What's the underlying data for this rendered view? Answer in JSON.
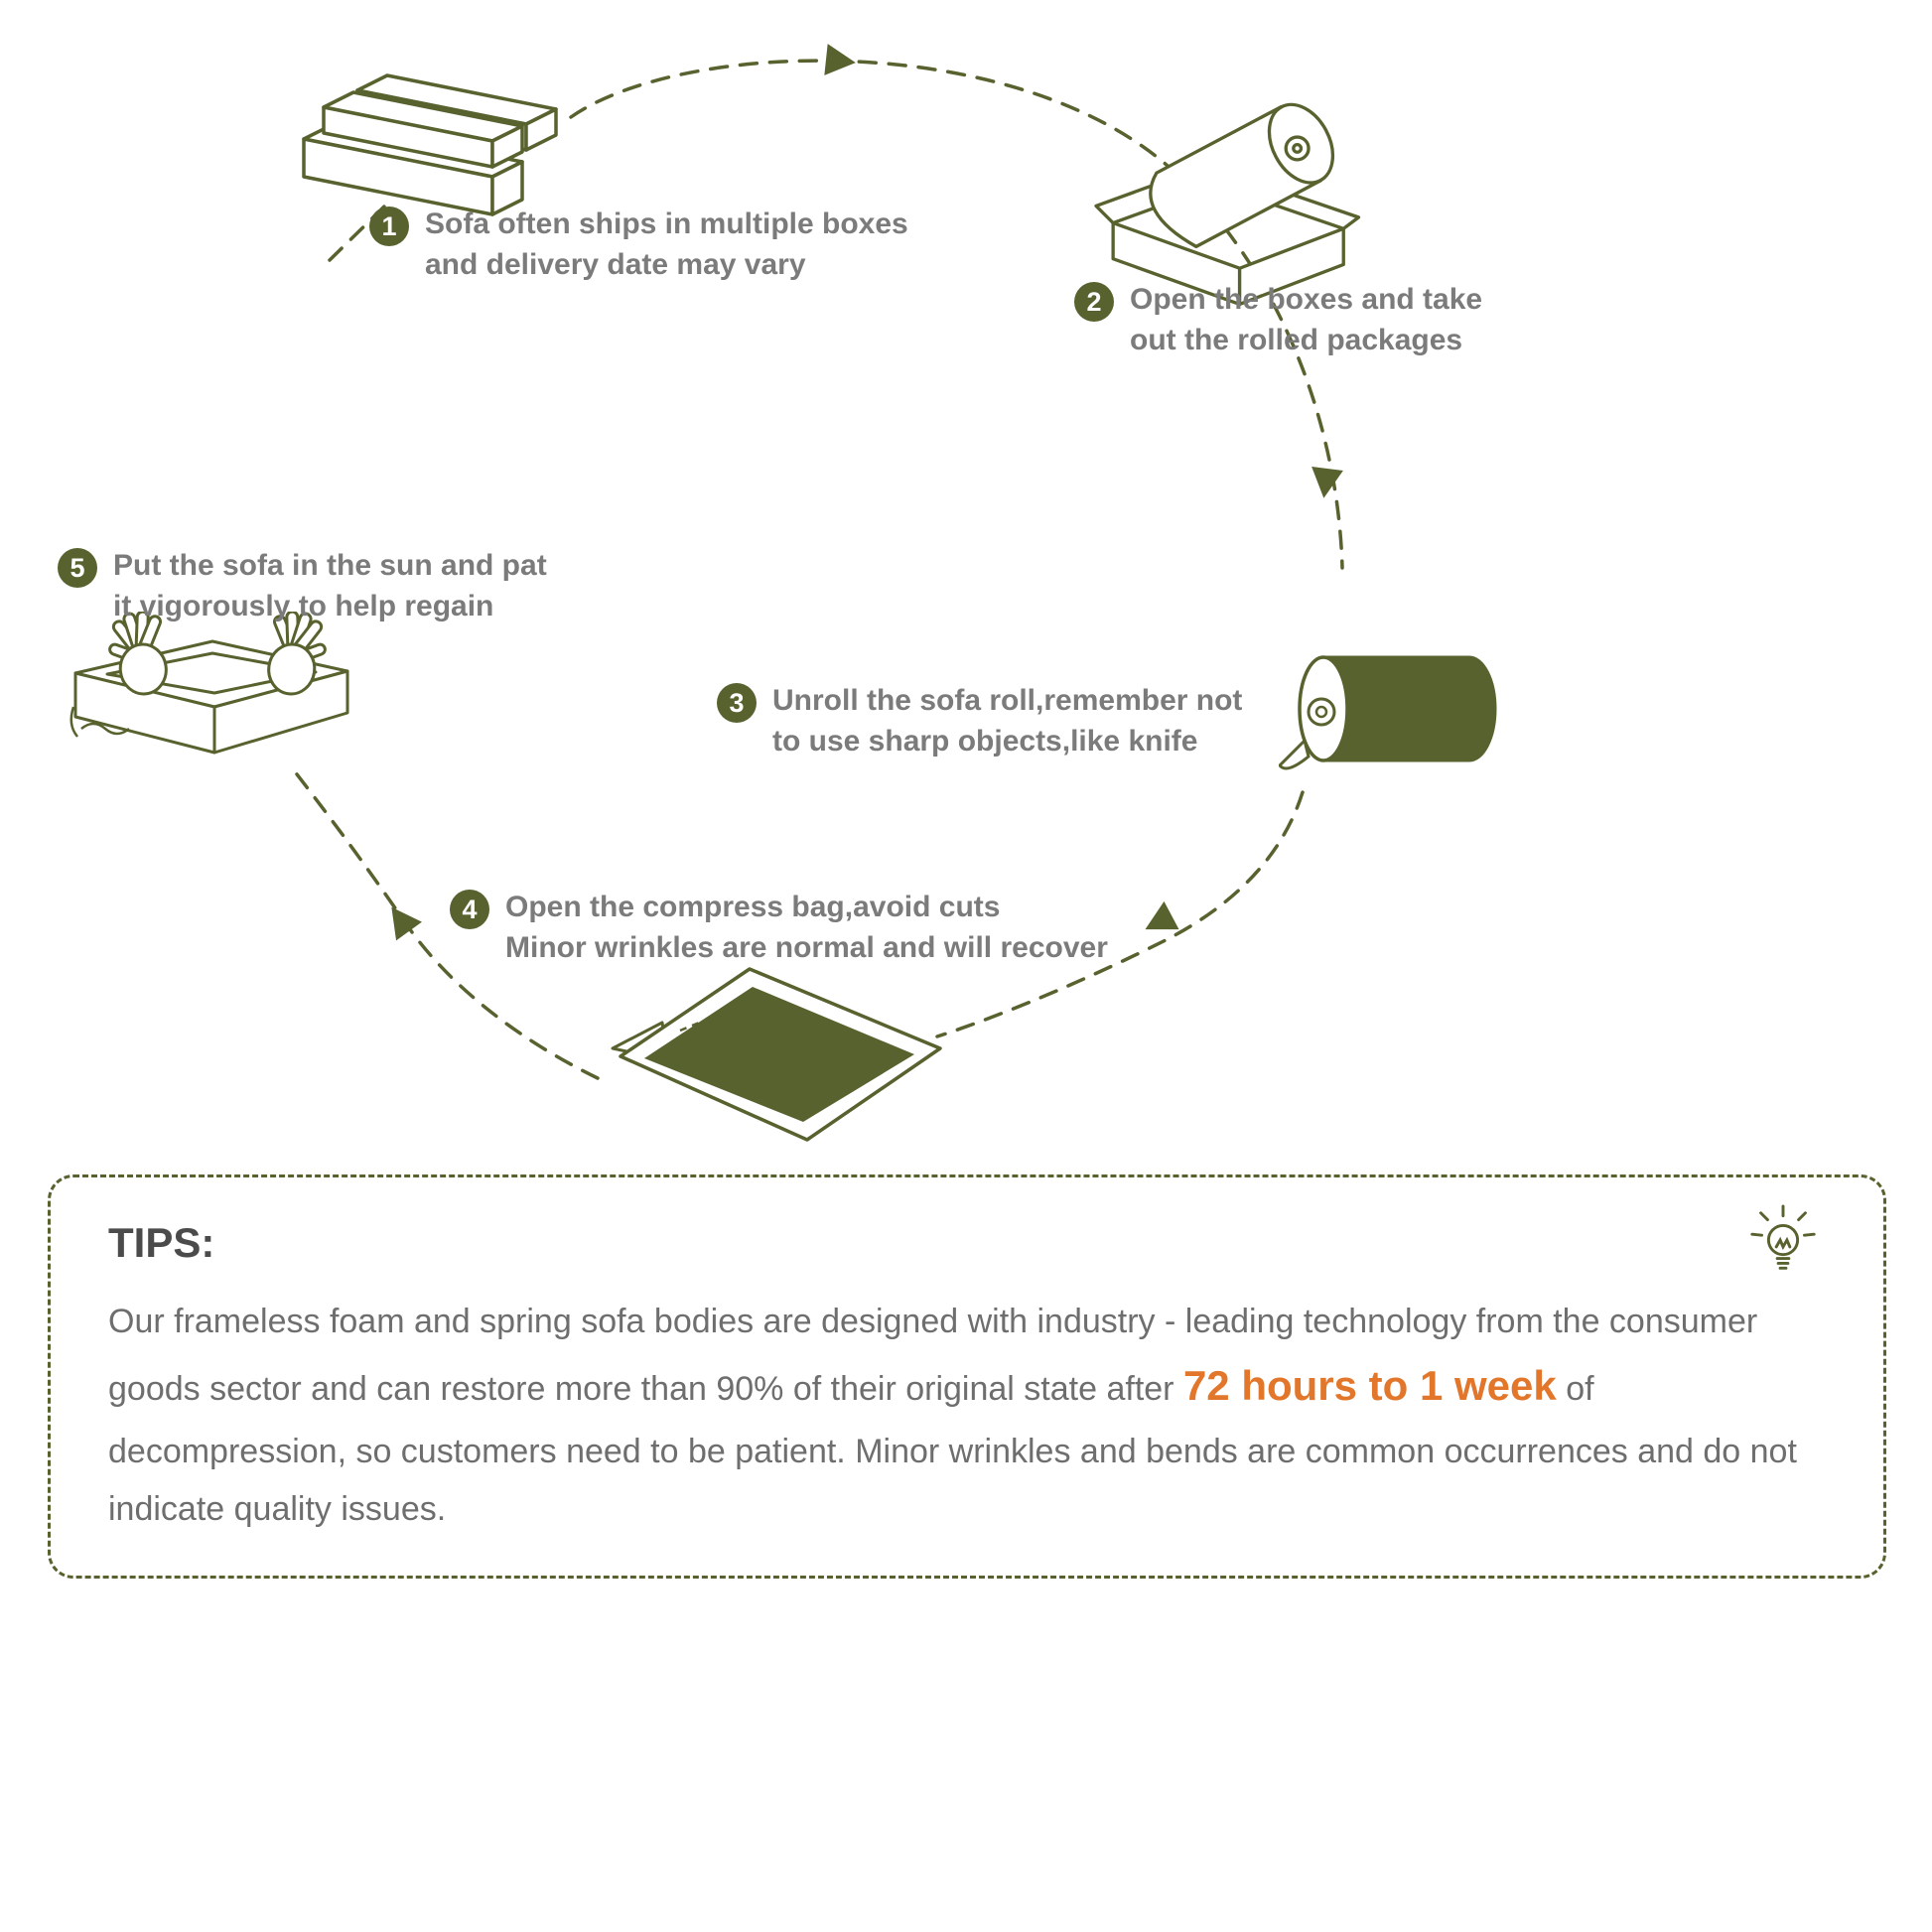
{
  "colors": {
    "olive": "#57622e",
    "text_gray": "#7b7b7b",
    "tips_title_gray": "#4b4b4b",
    "body_gray": "#6e6e6e",
    "orange": "#e2772b"
  },
  "steps": [
    {
      "num": "1",
      "line1": "Sofa often ships in multiple boxes",
      "line2": "and delivery date may vary"
    },
    {
      "num": "2",
      "line1": "Open the boxes and take",
      "line2": "out the rolled packages"
    },
    {
      "num": "3",
      "line1": "Unroll the sofa roll,remember not",
      "line2": "to use sharp objects,like knife"
    },
    {
      "num": "4",
      "line1": "Open the compress bag,avoid cuts",
      "line2": "Minor wrinkles are normal and will recover"
    },
    {
      "num": "5",
      "line1": "Put the sofa in the sun and pat",
      "line2": "it vigorously to help regain"
    }
  ],
  "icons": {
    "boxes": "shipping-boxes-icon",
    "open_box": "open-box-with-roll-icon",
    "roll": "sofa-roll-icon",
    "bag": "compress-bag-icon",
    "sofa": "sofa-patting-icon",
    "bulb": "lightbulb-icon",
    "arrows": "dashed-flow-arrows"
  },
  "tips": {
    "title": "TIPS:",
    "body_before": "Our frameless foam and spring sofa bodies are designed with industry - leading technology from the consumer goods sector and can restore more than 90% of their original state after ",
    "highlight": "72 hours to 1 week",
    "body_after": " of decompression, so customers need to be patient. Minor wrinkles and bends are common occurrences and do not indicate quality issues."
  }
}
